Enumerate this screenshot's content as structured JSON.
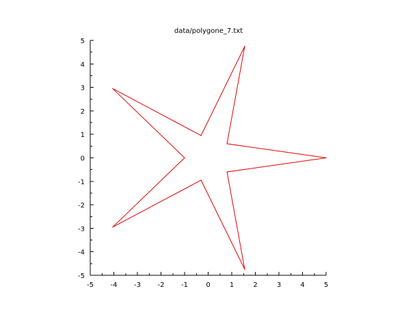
{
  "chart_data": {
    "type": "line",
    "title": "data/polygone_7.txt",
    "xlabel": "",
    "ylabel": "",
    "xlim": [
      -5,
      5
    ],
    "ylim": [
      -5,
      5
    ],
    "xticks": [
      -5,
      -4,
      -3,
      -2,
      -1,
      0,
      1,
      2,
      3,
      4,
      5
    ],
    "yticks": [
      -5,
      -4,
      -3,
      -2,
      -1,
      0,
      1,
      2,
      3,
      4,
      5
    ],
    "xtick_labels": [
      "-5",
      "-4",
      "-3",
      "-2",
      "-1",
      "0",
      "1",
      "2",
      "3",
      "4",
      "5"
    ],
    "ytick_labels": [
      "-5",
      "-4",
      "-3",
      "-2",
      "-1",
      "0",
      "1",
      "2",
      "3",
      "4",
      "5"
    ],
    "grid": false,
    "series": [
      {
        "color": "#e00000",
        "closed": true,
        "x": [
          5.0,
          0.8,
          1.55,
          -0.3,
          -4.05,
          -1.0,
          -4.05,
          -0.3,
          1.55,
          0.8,
          5.0
        ],
        "y": [
          0.0,
          0.6,
          4.75,
          0.95,
          2.95,
          0.0,
          -2.95,
          -0.95,
          -4.75,
          -0.6,
          0.0
        ]
      }
    ]
  }
}
